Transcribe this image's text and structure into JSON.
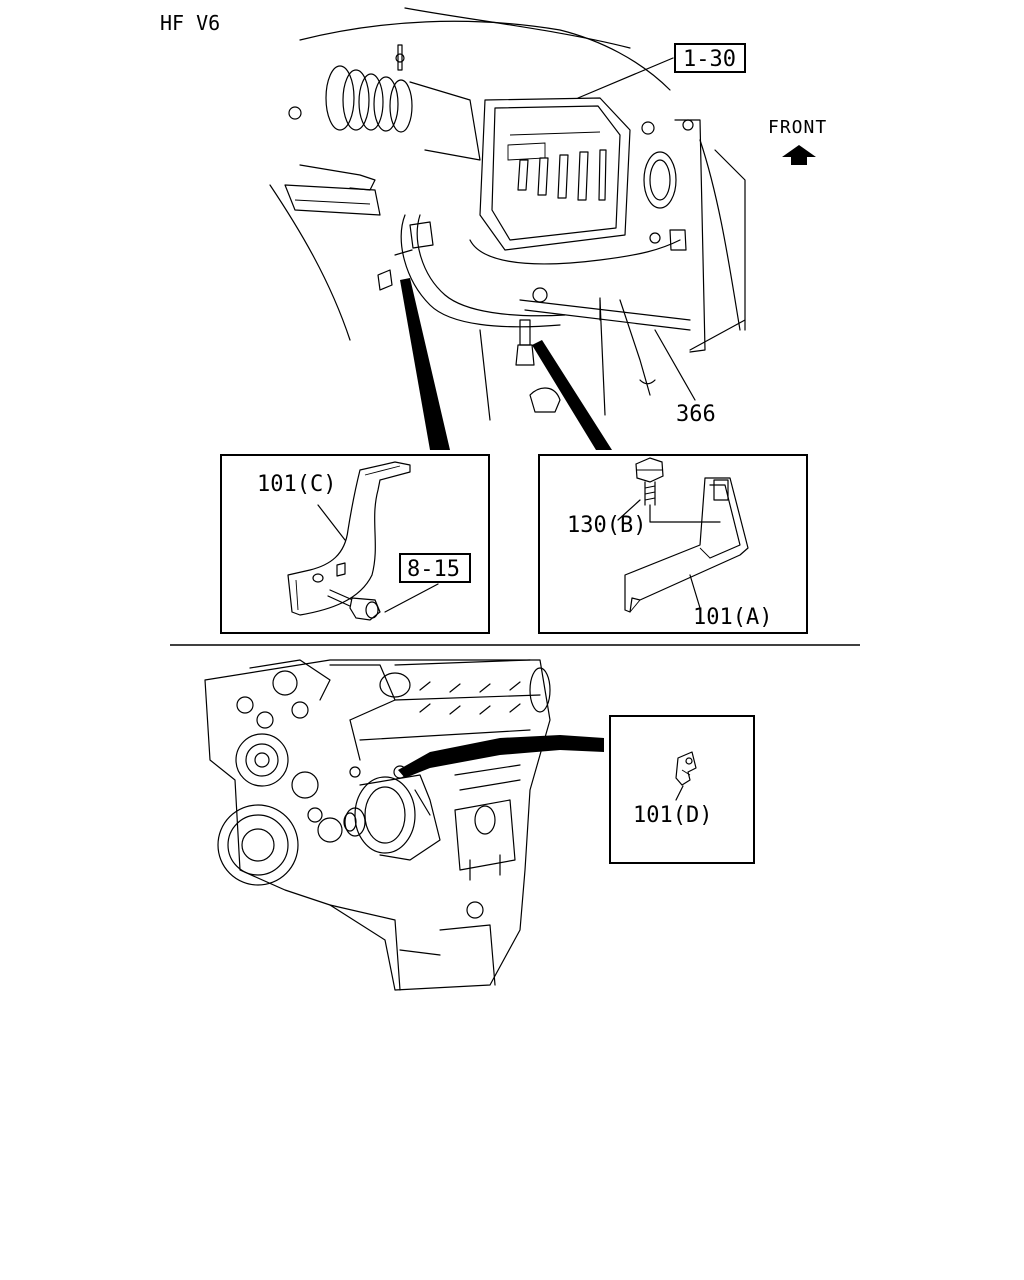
{
  "header": {
    "model": "HF  V6"
  },
  "orientation": {
    "front_label": "FRONT",
    "arrow_icon": "front-arrow-icon"
  },
  "callouts": {
    "air_cleaner": "1-30",
    "hose": "366",
    "bracket_c": "101(C)",
    "bolt_ref": "8-15",
    "bolt_b": "130(B)",
    "bracket_a": "101(A)",
    "bracket_d": "101(D)"
  }
}
